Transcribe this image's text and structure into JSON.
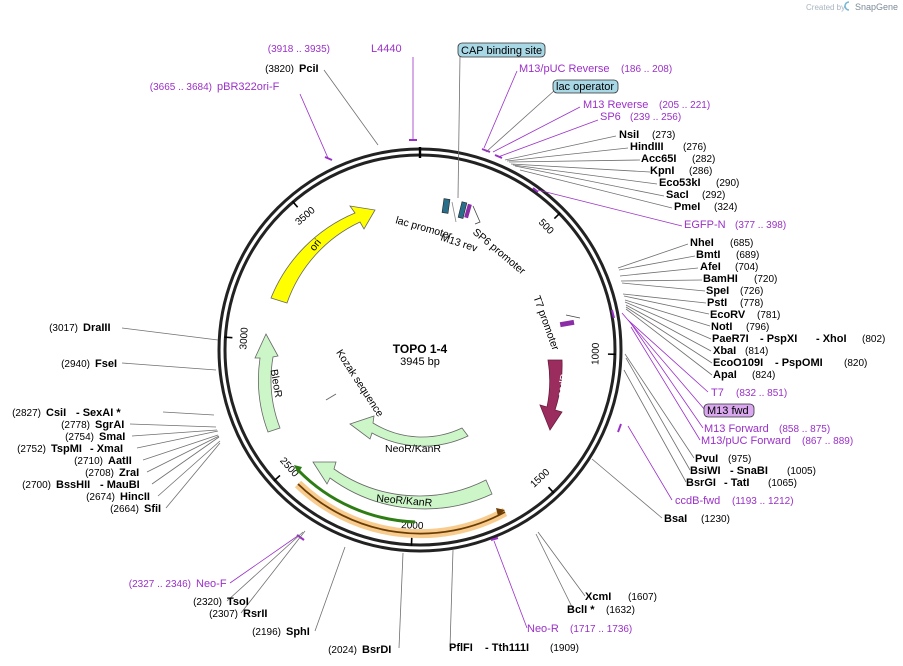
{
  "header": {
    "created_by": "Created by",
    "brand": "SnapGene"
  },
  "plasmid": {
    "name": "TOPO 1-4",
    "length": "3945 bp"
  },
  "ruler": [
    {
      "label": "500"
    },
    {
      "label": "1000"
    },
    {
      "label": "1500"
    },
    {
      "label": "2000"
    },
    {
      "label": "2500"
    },
    {
      "label": "3000"
    },
    {
      "label": "3500"
    }
  ],
  "features": {
    "ori": "ori",
    "ccdb": "ccdB",
    "bleor": "BleoR",
    "neo1": "NeoR/KanR",
    "neo2": "NeoR/KanR",
    "lac_promoter": "lac promoter",
    "m13_rev": "M13 rev",
    "sp6_promoter": "SP6 promoter",
    "t7_promoter": "T7 promoter",
    "kozak": "Kozak sequence"
  },
  "boxed": {
    "cap": "CAP binding site",
    "lac_operator": "lac operator",
    "m13_fwd": "M13 fwd"
  },
  "primers": {
    "l4440": {
      "name": "L4440",
      "pos": "(3918 .. 3935)"
    },
    "pbr322": {
      "name": "pBR322ori-F",
      "pos": "(3665 .. 3684)"
    },
    "m13puc_rev": {
      "name": "M13/pUC Reverse",
      "pos": "(186 .. 208)"
    },
    "m13_reverse": {
      "name": "M13 Reverse",
      "pos": "(205 .. 221)"
    },
    "sp6": {
      "name": "SP6",
      "pos": "(239 .. 256)"
    },
    "egfp": {
      "name": "EGFP-N",
      "pos": "(377 .. 398)"
    },
    "t7": {
      "name": "T7",
      "pos": "(832 .. 851)"
    },
    "m13_forward": {
      "name": "M13 Forward",
      "pos": "(858 .. 875)"
    },
    "m13puc_fwd": {
      "name": "M13/pUC Forward",
      "pos": "(867 .. 889)"
    },
    "ccdb_fwd": {
      "name": "ccdB-fwd",
      "pos": "(1193 .. 1212)"
    },
    "neo_r": {
      "name": "Neo-R",
      "pos": "(1717 .. 1736)"
    },
    "neo_f": {
      "name": "Neo-F",
      "pos": "(2327 .. 2346)"
    }
  },
  "enzymes": {
    "pcii": {
      "name": "PciI",
      "pos": "(3820)"
    },
    "nsii": {
      "name": "NsiI",
      "pos": "(273)"
    },
    "hindiii": {
      "name": "HindIII",
      "pos": "(276)"
    },
    "acc65i": {
      "name": "Acc65I",
      "pos": "(282)"
    },
    "kpni": {
      "name": "KpnI",
      "pos": "(286)"
    },
    "eco53ki": {
      "name": "Eco53kI",
      "pos": "(290)"
    },
    "saci": {
      "name": "SacI",
      "pos": "(292)"
    },
    "pmei": {
      "name": "PmeI",
      "pos": "(324)"
    },
    "nhei": {
      "name": "NheI",
      "pos": "(685)"
    },
    "bmti": {
      "name": "BmtI",
      "pos": "(689)"
    },
    "afei": {
      "name": "AfeI",
      "pos": "(704)"
    },
    "bamhi": {
      "name": "BamHI",
      "pos": "(720)"
    },
    "spei": {
      "name": "SpeI",
      "pos": "(726)"
    },
    "psti": {
      "name": "PstI",
      "pos": "(778)"
    },
    "ecorv": {
      "name": "EcoRV",
      "pos": "(781)"
    },
    "noti": {
      "name": "NotI",
      "pos": "(796)"
    },
    "paer7i_a": "PaeR7I",
    "pspxi": "- PspXI",
    "xhoi": "- XhoI",
    "paer7i_pos": "(802)",
    "xbai": {
      "name": "XbaI",
      "pos": "(814)"
    },
    "eco0109i": "EcoO109I",
    "pspomi": "- PspOMI",
    "eco0109i_pos": "(820)",
    "apai": {
      "name": "ApaI",
      "pos": "(824)"
    },
    "pvui": {
      "name": "PvuI",
      "pos": "(975)"
    },
    "bsiwi": "BsiWI",
    "snabi": "- SnaBI",
    "bsiwi_pos": "(1005)",
    "bsrgi": "BsrGI",
    "tati": "- TatI",
    "bsrgi_pos": "(1065)",
    "bsai": {
      "name": "BsaI",
      "pos": "(1230)"
    },
    "xcmi": {
      "name": "XcmI",
      "pos": "(1607)"
    },
    "bcli": {
      "name": "BclI *",
      "pos": "(1632)"
    },
    "pflfi": "PflFI",
    "tth111i": "- Tth111I",
    "pflfi_pos": "(1909)",
    "bsrdi": {
      "name": "BsrDI",
      "pos": "(2024)"
    },
    "sphi": {
      "name": "SphI",
      "pos": "(2196)"
    },
    "rsrii": {
      "name": "RsrII",
      "pos": "(2307)"
    },
    "tsoi": {
      "name": "TsoI",
      "pos": "(2320)"
    },
    "sfii": {
      "name": "SfiI",
      "pos": "(2664)"
    },
    "hincii": {
      "name": "HincII",
      "pos": "(2674)"
    },
    "bsshii": "BssHII",
    "maubi": "- MauBI",
    "bsshii_pos": "(2700)",
    "zrai": {
      "name": "ZraI",
      "pos": "(2708)"
    },
    "aatii": {
      "name": "AatII",
      "pos": "(2710)"
    },
    "tspmi": "TspMI",
    "xmai": "- XmaI",
    "tspmi_pos": "(2752)",
    "smai": {
      "name": "SmaI",
      "pos": "(2754)"
    },
    "sgrai": {
      "name": "SgrAI",
      "pos": "(2778)"
    },
    "csii": "CsiI",
    "sexai": "- SexAI *",
    "csii_pos": "(2827)",
    "fsei": {
      "name": "FseI",
      "pos": "(2940)"
    },
    "draiii": {
      "name": "DraIII",
      "pos": "(3017)"
    }
  },
  "colors": {
    "backbone": "#222222",
    "ori": "#ffff00",
    "ccdb": "#9b2d5e",
    "resistance": "#ccf5c8",
    "primer": "#9b30c8",
    "cap_box": "#a8d7e6",
    "m13_box": "#d9a8ee",
    "orf_dark": "#2e7d14",
    "orf_light": "#f2b35b"
  }
}
